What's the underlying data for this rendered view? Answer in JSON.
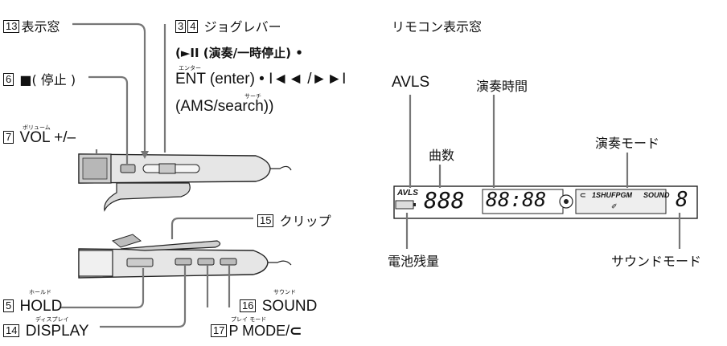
{
  "device_labels": {
    "display_window": {
      "num": "13",
      "text": "表示窓"
    },
    "jog_lever": {
      "num1": "3",
      "num2": "4",
      "text": "ジョグレバー"
    },
    "jog_line1": "(►II (演奏/一時停止) •",
    "enter_ruby": "エンター",
    "jog_line2": "ENT (enter) • I◄◄ /►►I",
    "search_ruby": "サーチ",
    "jog_line3": "(AMS/search))",
    "stop": {
      "num": "6",
      "text": "■( 停止 )"
    },
    "vol_ruby": "ボリューム",
    "vol": {
      "num": "7",
      "text": "VOL +/–"
    },
    "clip": {
      "num": "15",
      "text": "クリップ"
    },
    "hold_ruby": "ホールド",
    "hold": {
      "num": "5",
      "text": "HOLD"
    },
    "display_ruby": "ディスプレイ",
    "display": {
      "num": "14",
      "text": "DISPLAY"
    },
    "sound_ruby": "サウンド",
    "sound": {
      "num": "16",
      "text": "SOUND"
    },
    "pmode_ruby": "プレイ モード",
    "pmode": {
      "num": "17",
      "text": "P MODE/"
    }
  },
  "lcd_labels": {
    "heading": "リモコン表示窓",
    "avls": "AVLS",
    "play_time": "演奏時間",
    "track_count": "曲数",
    "play_mode": "演奏モード",
    "battery": "電池残量",
    "sound_mode": "サウンドモード"
  },
  "lcd_text": {
    "avls": "AVLS",
    "track_digits": "888",
    "time_digits": "88:88",
    "mode_text": "1SHUFPGM",
    "sound_text": "SOUND",
    "sound_digit": "8"
  }
}
